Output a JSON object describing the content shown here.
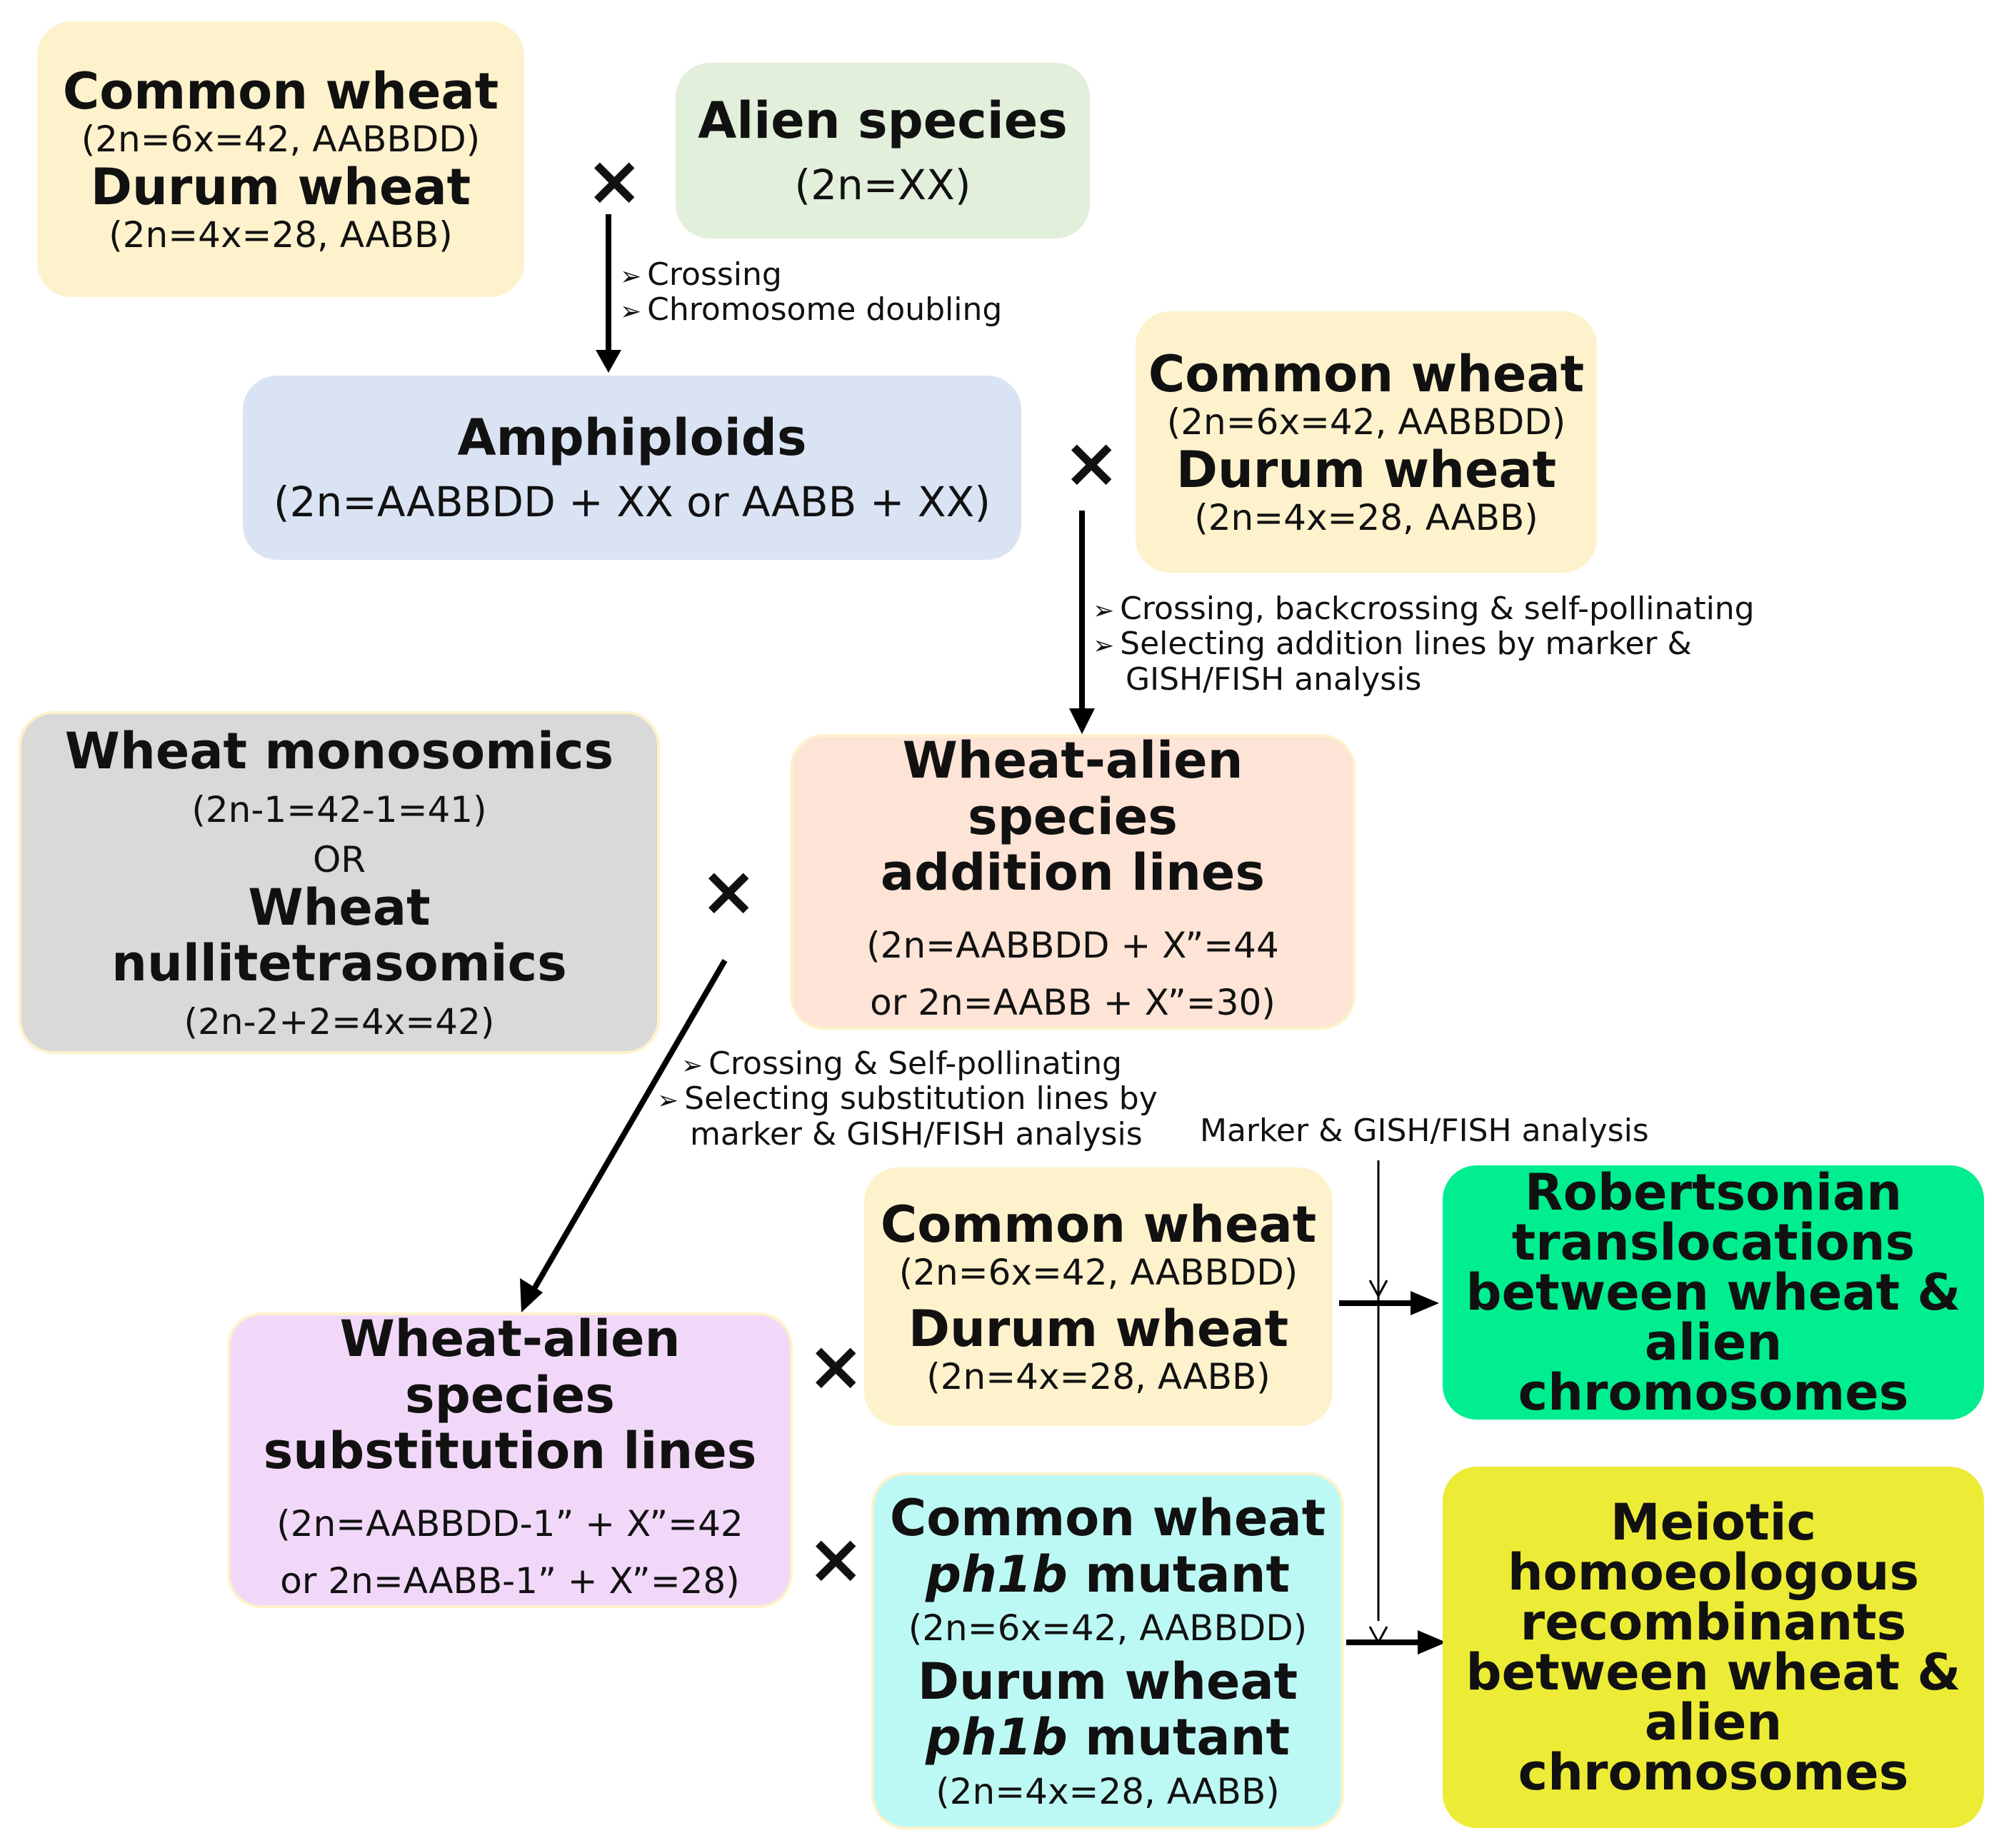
{
  "boxes": {
    "common_durum_top": {
      "title1": "Common wheat",
      "sub1": "(2n=6x=42, AABBDD)",
      "title2": "Durum wheat",
      "sub2": "(2n=4x=28, AABB)"
    },
    "alien": {
      "title": "Alien species",
      "sub": "(2n=XX)"
    },
    "amphiploids": {
      "title": "Amphiploids",
      "sub": "(2n=AABBDD + XX or AABB + XX)"
    },
    "common_durum_mid": {
      "title1": "Common wheat",
      "sub1": "(2n=6x=42, AABBDD)",
      "title2": "Durum wheat",
      "sub2": "(2n=4x=28, AABB)"
    },
    "monosomics": {
      "title1": "Wheat monosomics",
      "sub1": "(2n-1=42-1=41)",
      "or": "OR",
      "title2": "Wheat nullitetrasomics",
      "sub2": "(2n-2+2=4x=42)"
    },
    "addition": {
      "title1": "Wheat-alien species",
      "title2": "addition lines",
      "sub1": "(2n=AABBDD + X”=44",
      "sub2": "or 2n=AABB + X”=30)"
    },
    "substitution": {
      "title1": "Wheat-alien species",
      "title2": "substitution lines",
      "sub1": "(2n=AABBDD-1” + X”=42",
      "sub2": "or 2n=AABB-1” + X”=28)"
    },
    "common_durum_low": {
      "title1": "Common wheat",
      "sub1": "(2n=6x=42, AABBDD)",
      "title2": "Durum wheat",
      "sub2": "(2n=4x=28, AABB)"
    },
    "ph1b": {
      "title1": "Common wheat",
      "title2_italic": "ph1b",
      "title2_rest": " mutant",
      "sub1": "(2n=6x=42, AABBDD)",
      "title3": "Durum wheat",
      "title4_italic": "ph1b",
      "title4_rest": " mutant",
      "sub2": "(2n=4x=28, AABB)"
    },
    "robertsonian": {
      "l1": "Robertsonian",
      "l2": "translocations",
      "l3": "between wheat &",
      "l4": "alien chromosomes"
    },
    "meiotic": {
      "l1": "Meiotic",
      "l2": "homoeologous",
      "l3": "recombinants",
      "l4": "between wheat &",
      "l5": "alien chromosomes"
    }
  },
  "notes": {
    "step1": [
      "Crossing",
      "Chromosome doubling"
    ],
    "step2": [
      "Crossing, backcrossing & self-pollinating",
      "Selecting addition lines by marker &",
      "GISH/FISH analysis"
    ],
    "step3": [
      "Crossing & Self-pollinating",
      "Selecting substitution lines by",
      "marker &  GISH/FISH analysis"
    ],
    "marker": "Marker & GISH/FISH analysis",
    "bullet": "➢",
    "cross": "×"
  },
  "colors": {
    "yellow": "#fef2cc",
    "green": "#e2efda",
    "blue": "#dae3f3",
    "gray": "#d9d9d9",
    "peach": "#fde4d6",
    "lilac": "#f1d8f8",
    "cyan": "#bdf9f4",
    "mint": "#00ee8f",
    "lime": "#ecec36"
  }
}
